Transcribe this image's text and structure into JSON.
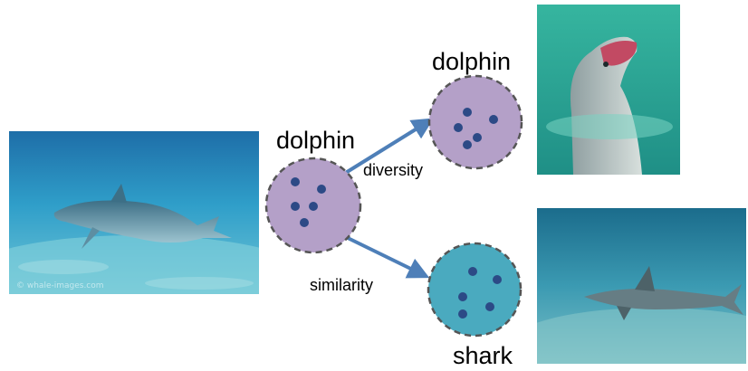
{
  "labels": {
    "center": "dolphin",
    "top": "dolphin",
    "bottom": "shark",
    "diversity": "diversity",
    "similarity": "similarity"
  },
  "watermark": "© whale-images.com",
  "colors": {
    "purple_circle": "#b4a0c8",
    "teal_circle": "#4aaabf",
    "dot": "#2c4a86",
    "arrow": "#4e7fb8",
    "dash": "#555555"
  },
  "images": {
    "left": "underwater-dolphin-photo",
    "top": "dolphin-head-out-of-water-photo",
    "bottom": "shark-underwater-photo"
  }
}
